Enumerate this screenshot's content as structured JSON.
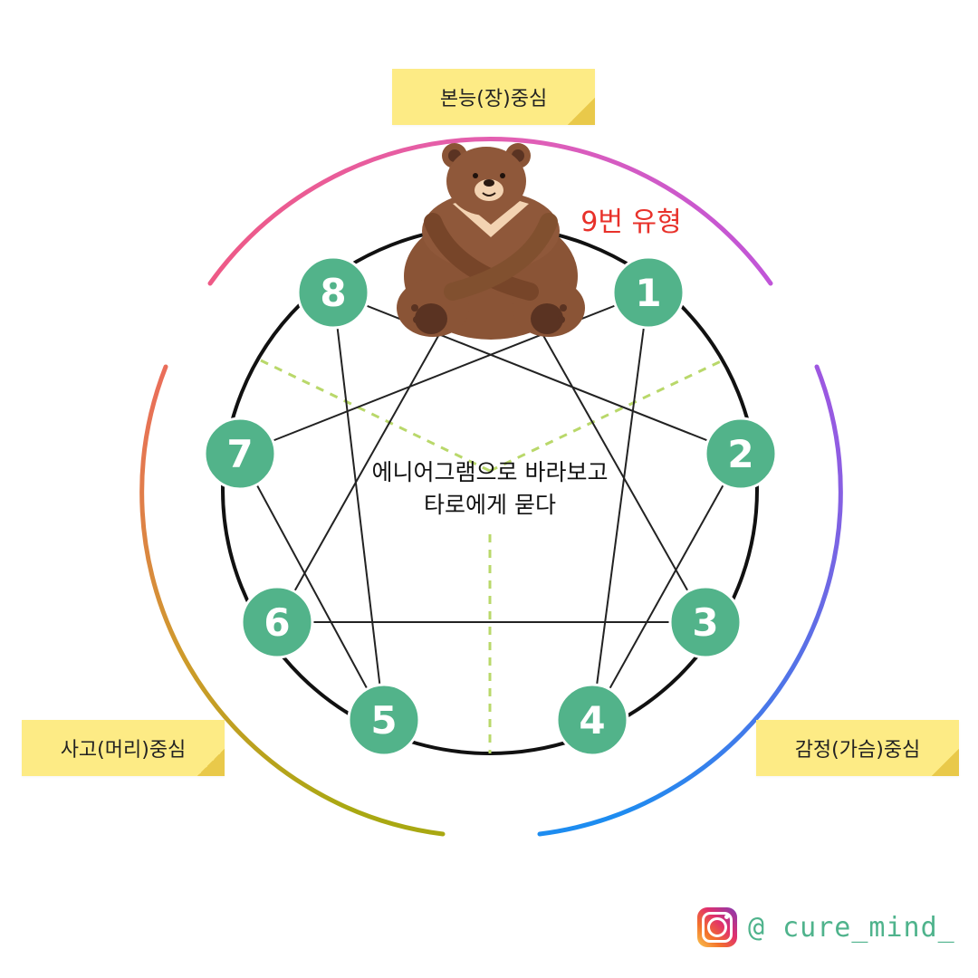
{
  "labels": {
    "center_top": "본능(장)중심",
    "thinking_center": "사고(머리)중심",
    "feeling_center": "감정(가슴)중심",
    "type_label": "9번 유형",
    "title_line1": "에니어그램으로 바라보고",
    "title_line2": "타로에게 묻다"
  },
  "nodes": [
    {
      "id": 1,
      "label": "1"
    },
    {
      "id": 2,
      "label": "2"
    },
    {
      "id": 3,
      "label": "3"
    },
    {
      "id": 4,
      "label": "4"
    },
    {
      "id": 5,
      "label": "5"
    },
    {
      "id": 6,
      "label": "6"
    },
    {
      "id": 7,
      "label": "7"
    },
    {
      "id": 8,
      "label": "8"
    }
  ],
  "edges": [
    [
      1,
      4
    ],
    [
      4,
      2
    ],
    [
      2,
      8
    ],
    [
      8,
      5
    ],
    [
      5,
      7
    ],
    [
      7,
      1
    ],
    [
      3,
      6
    ],
    [
      6,
      9
    ],
    [
      9,
      3
    ]
  ],
  "colors": {
    "node_fill": "#52b38a",
    "node_text": "#ffffff",
    "circle_stroke": "#111111",
    "dash_line": "#b9d86a",
    "type_label": "#e8312a",
    "sticky": "#fdeb85"
  },
  "mascot": "bear-icon",
  "social": {
    "icon": "instagram-icon",
    "handle": "@ cure_mind_"
  }
}
